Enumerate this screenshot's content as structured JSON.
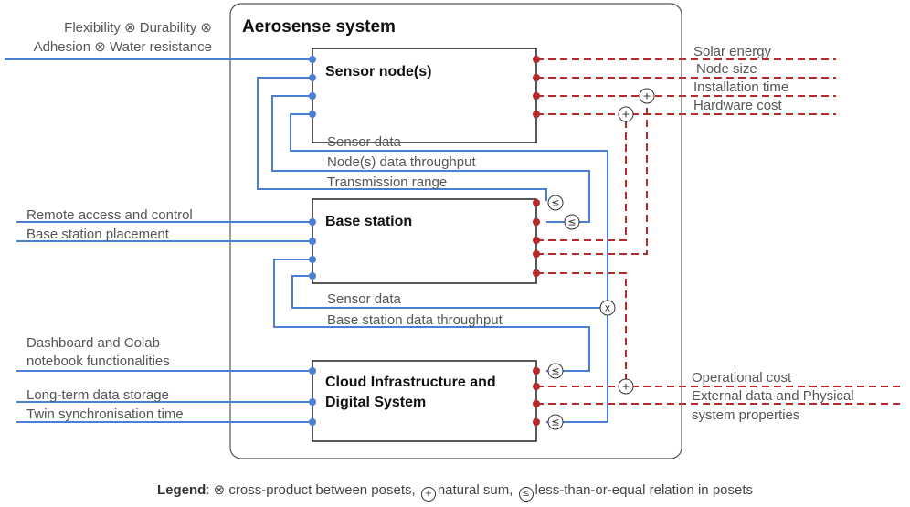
{
  "system_title": "Aerosense system",
  "blocks": {
    "sensor_node": "Sensor node(s)",
    "base_station": "Base station",
    "cloud_line1": "Cloud Infrastructure and",
    "cloud_line2": "Digital System"
  },
  "left_inputs": {
    "flex_line1": "Flexibility ⊗ Durability ⊗",
    "flex_line2": "Adhesion ⊗ Water resistance",
    "remote_access": "Remote access and control",
    "base_placement": "Base station placement",
    "dashboard_line1": "Dashboard and Colab",
    "dashboard_line2": "notebook functionalities",
    "long_term_storage": "Long-term data storage",
    "twin_sync": "Twin synchronisation time"
  },
  "right_outputs": {
    "solar": "Solar energy",
    "node_size": "Node size",
    "install_time": "Installation time",
    "hardware_cost": "Hardware cost",
    "operational_cost": "Operational cost",
    "external_line1": "External data and Physical",
    "external_line2": "system properties"
  },
  "internal_labels": {
    "sensor_data_1": "Sensor data",
    "node_throughput": "Node(s) data throughput",
    "transmission_range": "Transmission range",
    "sensor_data_2": "Sensor data",
    "base_throughput": "Base station data throughput"
  },
  "operators": {
    "plus": "+",
    "leq": "≤",
    "times": "x"
  },
  "legend": {
    "heading": "Legend",
    "part1": ": ⊗ cross-product between posets,",
    "plus_symbol": "+",
    "part2": "natural sum,",
    "leq_symbol": "≤",
    "part3": "less-than-or-equal relation in posets"
  },
  "colors": {
    "functionality_blue": "#4a7fd4",
    "resource_red": "#b52a2a"
  }
}
